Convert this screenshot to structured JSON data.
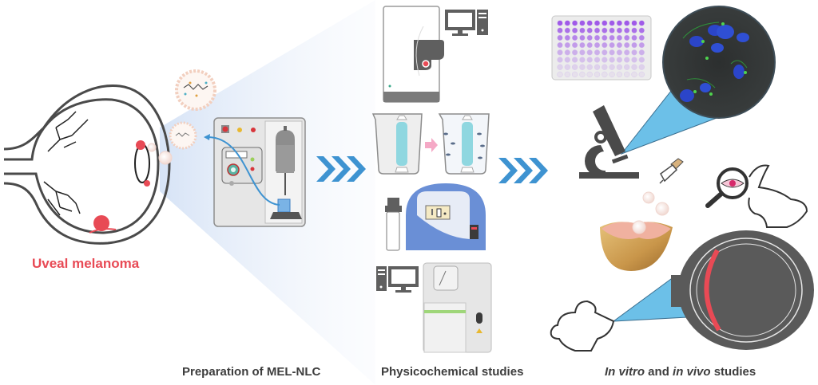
{
  "figure": {
    "title_left": "Uveal melanoma",
    "stages": [
      {
        "id": "preparation",
        "caption": "Preparation of MEL-NLC"
      },
      {
        "id": "physicochemical",
        "caption": "Physicochemical studies"
      },
      {
        "id": "studies",
        "caption_parts": [
          "In vitro",
          " and ",
          "in vivo",
          " studies"
        ]
      }
    ],
    "colors": {
      "tumor_red": "#e84a55",
      "arrow_blue": "#3e93d1",
      "beam_blue": "#6cc0e8",
      "instrument_gray": "#5a5a5a",
      "panel_gray": "#e6e6e6",
      "stirrer_blue": "#6a8fd6",
      "plate_purple": "#a05ae8",
      "caption_text": "#3d3d3d"
    },
    "icons": [
      "eye-cross-section-icon",
      "nanoparticle-icon",
      "homogenizer-icon",
      "chevron-arrow-icon",
      "zetasizer-icon",
      "computer-icon",
      "dialysis-beaker-icon",
      "stirrer-icon",
      "dsc-instrument-icon",
      "well-plate-icon",
      "microscope-icon",
      "confocal-image-icon",
      "dropper-icon",
      "egg-het-cam-icon",
      "magnifier-eye-icon",
      "rabbit-icon",
      "rabbit-eye-icon"
    ]
  }
}
